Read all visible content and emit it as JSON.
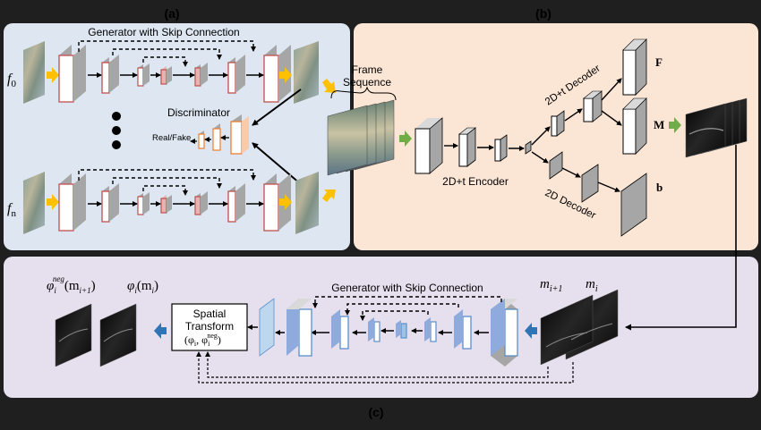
{
  "panels": {
    "a": {
      "label": "(a)",
      "generator_title": "Generator with Skip Connection",
      "discriminator_title": "Discriminator",
      "real_fake_label": "Real/Fake",
      "input_top": {
        "base": "f",
        "sub": "0"
      },
      "input_bottom": {
        "base": "f",
        "sub": "n"
      }
    },
    "b": {
      "label": "(b)",
      "frame_sequence_line1": "Frame",
      "frame_sequence_line2": "Sequence",
      "encoder_label": "2D+t Encoder",
      "decoder_3d_label": "2D+t Decoder",
      "decoder_2d_label": "2D Decoder",
      "output_F": "F",
      "output_M": "M",
      "output_b": "b"
    },
    "c": {
      "label": "(c)",
      "generator_title": "Generator with Skip Connection",
      "spatial_line1": "Spatial",
      "spatial_line2": "Transform",
      "spatial_args_open": "(φ",
      "spatial_args_sub1": "i",
      "spatial_args_mid": ", φ",
      "spatial_args_sub2": "i",
      "spatial_args_sup2": "neg",
      "spatial_args_close": ")",
      "out_neg": {
        "phi": "φ",
        "sub": "i",
        "sup": "neg",
        "arg": "(m",
        "arg_sub": "i+1",
        "arg_close": ")"
      },
      "out_pos": {
        "phi": "φ",
        "sub": "i",
        "arg": "(m",
        "arg_sub": "i",
        "arg_close": ")"
      },
      "in_m1": {
        "base": "m",
        "sub": "i+1"
      },
      "in_m2": {
        "base": "m",
        "sub": "i"
      }
    }
  },
  "colors": {
    "panel_a_bg": "#dde6f1",
    "panel_b_bg": "#fbe5d5",
    "panel_c_bg": "#e6e0ee",
    "block_red": "#c0504d",
    "block_orange": "#f4b183",
    "block_blue": "#5b8fc9",
    "arrow_yellow": "#ffc000",
    "arrow_green": "#70ad47",
    "arrow_blue": "#2e75b6"
  }
}
